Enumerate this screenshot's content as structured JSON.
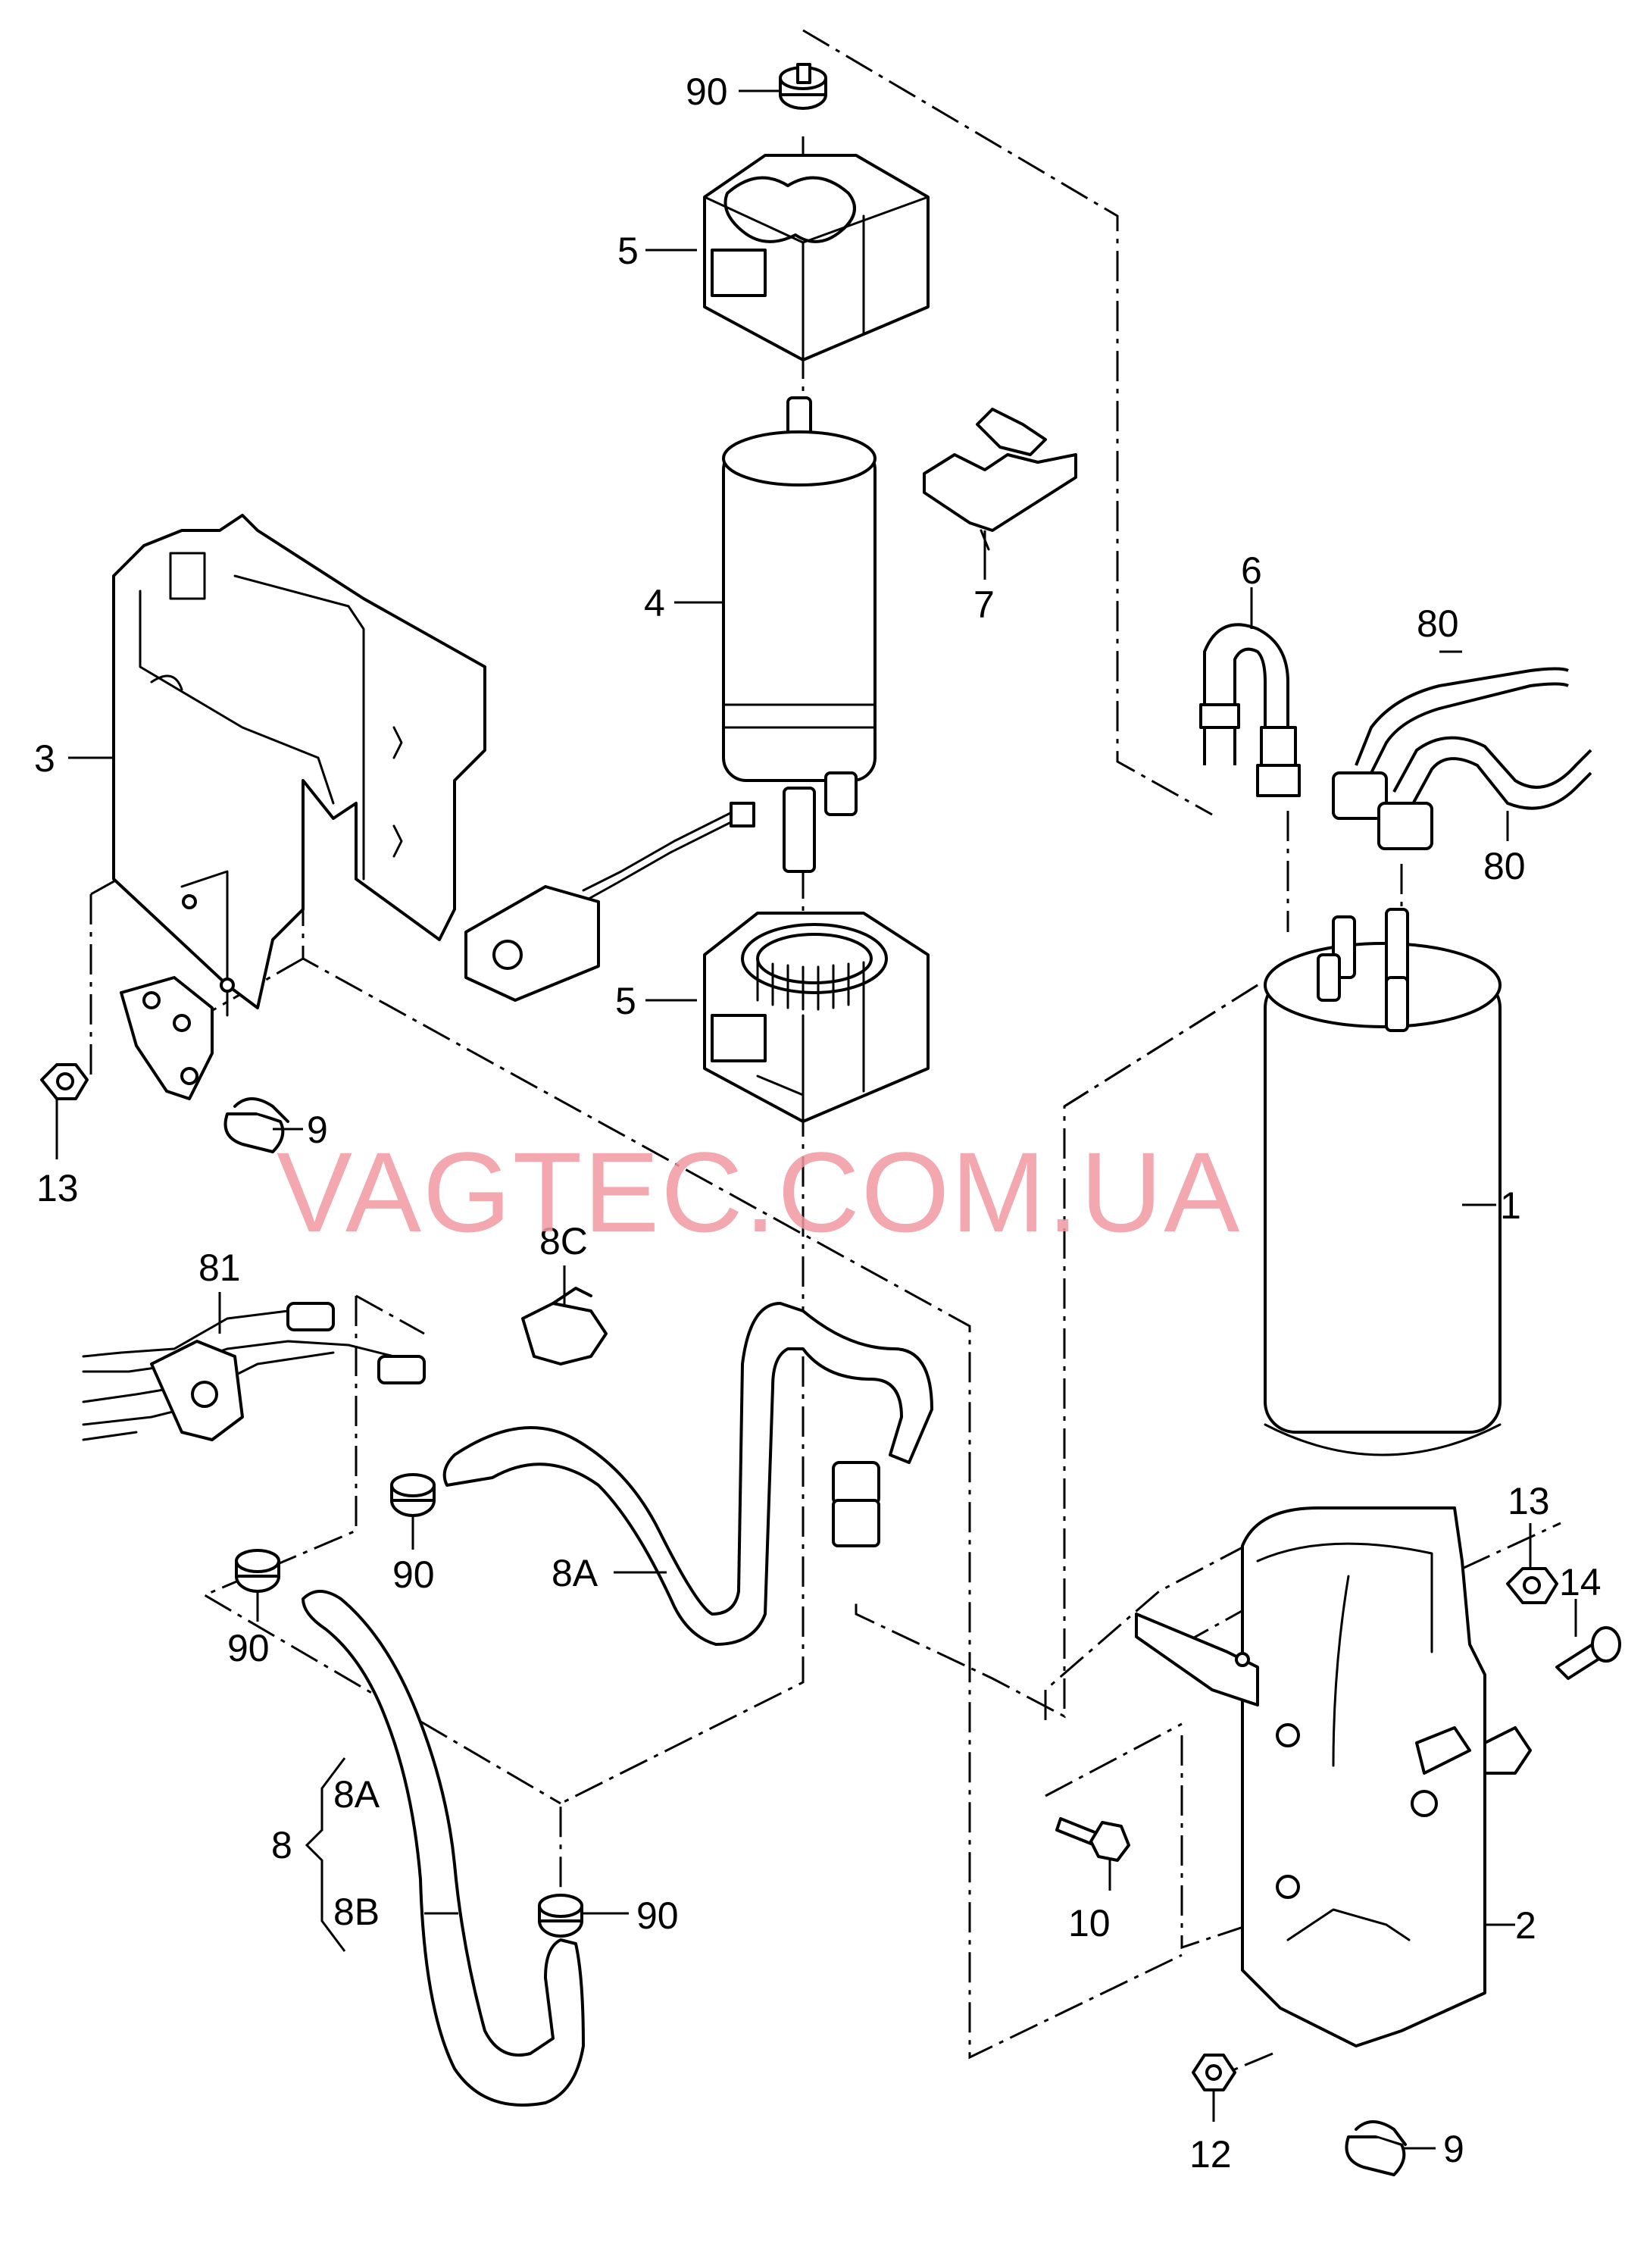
{
  "watermark": "VAGTEC.COM.UA",
  "watermark_color": "#f29aa2",
  "callouts": {
    "c90_top": "90",
    "c5_top": "5",
    "c4": "4",
    "c7": "7",
    "c6": "6",
    "c80_top": "80",
    "c80_bottom": "80",
    "c3": "3",
    "c5_mid": "5",
    "c13_left": "13",
    "c9_left": "9",
    "c1": "1",
    "c81": "81",
    "c8C": "8C",
    "c90_a": "90",
    "c8A_hose": "8A",
    "c90_b": "90",
    "c13_right": "13",
    "c14": "14",
    "c8": "8",
    "c8A_group": "8A",
    "c8B": "8B",
    "c90_c": "90",
    "c10": "10",
    "c2": "2",
    "c9_right": "9",
    "c12": "12"
  }
}
